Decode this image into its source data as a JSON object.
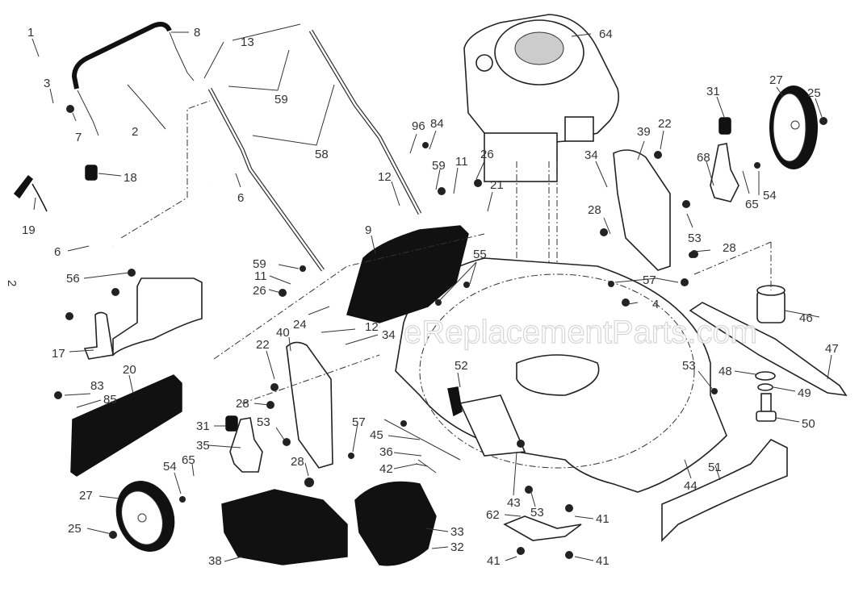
{
  "diagram": {
    "title": "Lawn mower exploded parts diagram",
    "watermark": "eReplacementParts.com",
    "side_mark": "2",
    "callouts": [
      {
        "id": "c1",
        "text": "1"
      },
      {
        "id": "c2",
        "text": "2"
      },
      {
        "id": "c3",
        "text": "3"
      },
      {
        "id": "c7",
        "text": "7"
      },
      {
        "id": "c8",
        "text": "8"
      },
      {
        "id": "c18",
        "text": "18"
      },
      {
        "id": "c19",
        "text": "19"
      },
      {
        "id": "c6a",
        "text": "6"
      },
      {
        "id": "c6b",
        "text": "6"
      },
      {
        "id": "c13",
        "text": "13"
      },
      {
        "id": "c59a",
        "text": "59"
      },
      {
        "id": "c58",
        "text": "58"
      },
      {
        "id": "c96",
        "text": "96"
      },
      {
        "id": "c84",
        "text": "84"
      },
      {
        "id": "c12a",
        "text": "12"
      },
      {
        "id": "c59b",
        "text": "59"
      },
      {
        "id": "c11a",
        "text": "11"
      },
      {
        "id": "c26a",
        "text": "26"
      },
      {
        "id": "c21",
        "text": "21"
      },
      {
        "id": "c64",
        "text": "64"
      },
      {
        "id": "c34a",
        "text": "34"
      },
      {
        "id": "c39",
        "text": "39"
      },
      {
        "id": "c22a",
        "text": "22"
      },
      {
        "id": "c31a",
        "text": "31"
      },
      {
        "id": "c68",
        "text": "68"
      },
      {
        "id": "c27a",
        "text": "27"
      },
      {
        "id": "c25a",
        "text": "25"
      },
      {
        "id": "c54a",
        "text": "54"
      },
      {
        "id": "c65a",
        "text": "65"
      },
      {
        "id": "c28a",
        "text": "28"
      },
      {
        "id": "c53a",
        "text": "53"
      },
      {
        "id": "c28b",
        "text": "28"
      },
      {
        "id": "c57a",
        "text": "57"
      },
      {
        "id": "c4",
        "text": "4"
      },
      {
        "id": "c46",
        "text": "46"
      },
      {
        "id": "c47",
        "text": "47"
      },
      {
        "id": "c9",
        "text": "9"
      },
      {
        "id": "c55",
        "text": "55"
      },
      {
        "id": "c59c",
        "text": "59"
      },
      {
        "id": "c11b",
        "text": "11"
      },
      {
        "id": "c26b",
        "text": "26"
      },
      {
        "id": "c56",
        "text": "56"
      },
      {
        "id": "c24",
        "text": "24"
      },
      {
        "id": "c12b",
        "text": "12"
      },
      {
        "id": "c34b",
        "text": "34"
      },
      {
        "id": "c40",
        "text": "40"
      },
      {
        "id": "c22b",
        "text": "22"
      },
      {
        "id": "c17",
        "text": "17"
      },
      {
        "id": "c20",
        "text": "20"
      },
      {
        "id": "c83",
        "text": "83"
      },
      {
        "id": "c85",
        "text": "85"
      },
      {
        "id": "c52",
        "text": "52"
      },
      {
        "id": "c53b",
        "text": "53"
      },
      {
        "id": "c48",
        "text": "48"
      },
      {
        "id": "c49",
        "text": "49"
      },
      {
        "id": "c50",
        "text": "50"
      },
      {
        "id": "c28c",
        "text": "28"
      },
      {
        "id": "c53c",
        "text": "53"
      },
      {
        "id": "c31b",
        "text": "31"
      },
      {
        "id": "c35",
        "text": "35"
      },
      {
        "id": "c57b",
        "text": "57"
      },
      {
        "id": "c45",
        "text": "45"
      },
      {
        "id": "c36",
        "text": "36"
      },
      {
        "id": "c42",
        "text": "42"
      },
      {
        "id": "c28d",
        "text": "28"
      },
      {
        "id": "c54b",
        "text": "54"
      },
      {
        "id": "c65b",
        "text": "65"
      },
      {
        "id": "c27b",
        "text": "27"
      },
      {
        "id": "c25b",
        "text": "25"
      },
      {
        "id": "c43",
        "text": "43"
      },
      {
        "id": "c53d",
        "text": "53"
      },
      {
        "id": "c44",
        "text": "44"
      },
      {
        "id": "c51",
        "text": "51"
      },
      {
        "id": "c62",
        "text": "62"
      },
      {
        "id": "c41a",
        "text": "41"
      },
      {
        "id": "c33",
        "text": "33"
      },
      {
        "id": "c32",
        "text": "32"
      },
      {
        "id": "c38",
        "text": "38"
      },
      {
        "id": "c41b",
        "text": "41"
      },
      {
        "id": "c41c",
        "text": "41"
      }
    ]
  }
}
